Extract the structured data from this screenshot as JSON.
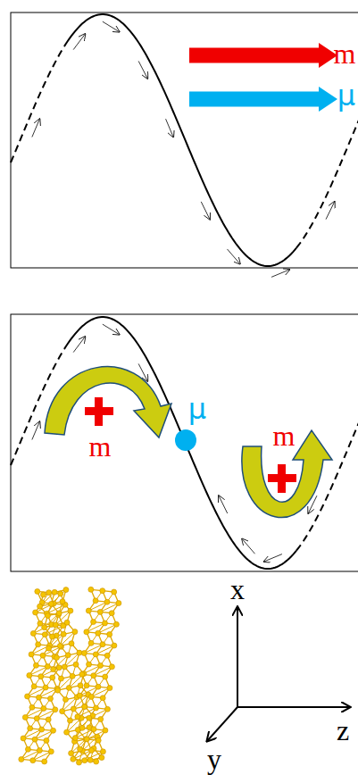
{
  "diagram": {
    "labels": [
      "m",
      "μ",
      "μ",
      "m",
      "m",
      "x",
      "y",
      "z"
    ]
  }
}
